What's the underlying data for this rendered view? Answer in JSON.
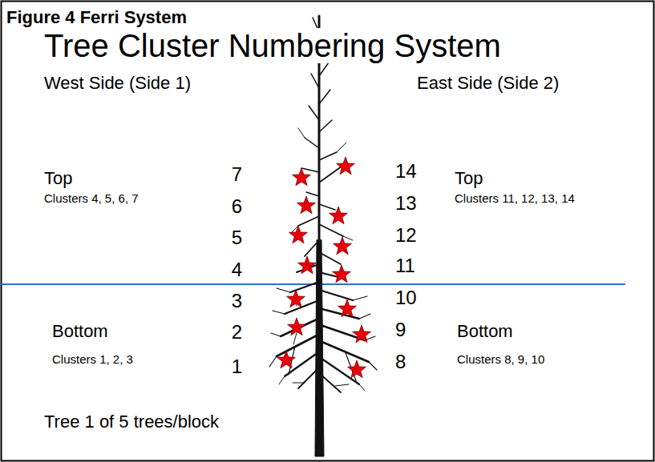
{
  "diagram": {
    "title": "Tree Cluster Numbering System",
    "caption": "Figure 4 Ferri System",
    "labels": [
      "West Side (Side 1)",
      "East Side (Side 2)",
      "Top",
      "Clusters 4, 5, 6, 7",
      "7",
      "6",
      "5",
      "4",
      "3",
      "2",
      "1",
      "14",
      "13",
      "12",
      "11",
      "10",
      "9",
      "8",
      "Top",
      "Clusters 11, 12, 13, 14",
      "Bottom",
      "Clusters 1, 2, 3",
      "Bottom",
      "Clusters 8, 9, 10",
      "Tree 1 of 5 trees/block"
    ]
  }
}
